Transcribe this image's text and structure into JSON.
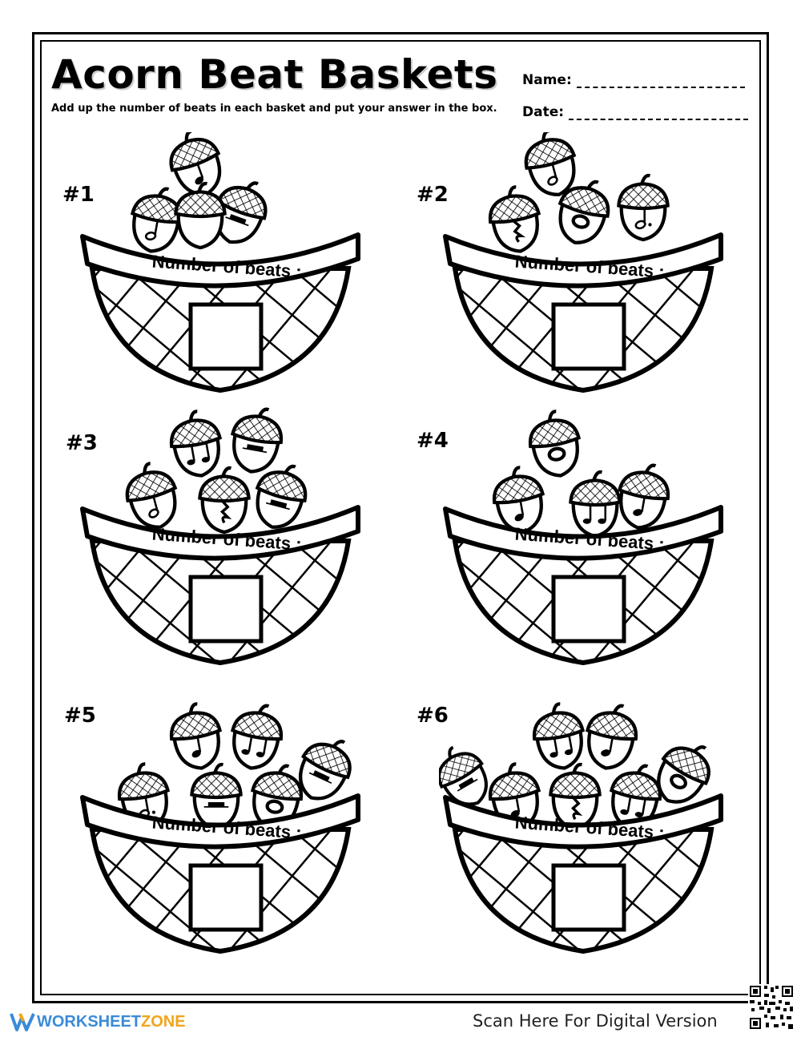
{
  "header": {
    "title": "Acorn Beat Baskets",
    "instructions": "Add up the number of beats in each basket and put your answer in the box.",
    "name_label": "Name:",
    "date_label": "Date:"
  },
  "baskets": [
    {
      "number": "#1",
      "label": "Number of beats :"
    },
    {
      "number": "#2",
      "label": "Number of beats :"
    },
    {
      "number": "#3",
      "label": "Number of beats :"
    },
    {
      "number": "#4",
      "label": "Number of beats :"
    },
    {
      "number": "#5",
      "label": "Number of beats :"
    },
    {
      "number": "#6",
      "label": "Number of beats :"
    }
  ],
  "footer": {
    "brand_part1": "WORKSHEET",
    "brand_part2": "ZONE",
    "scan_text": "Scan Here For Digital Version"
  },
  "colors": {
    "brand_blue": "#3a8bd8",
    "brand_orange": "#f2a41a"
  }
}
